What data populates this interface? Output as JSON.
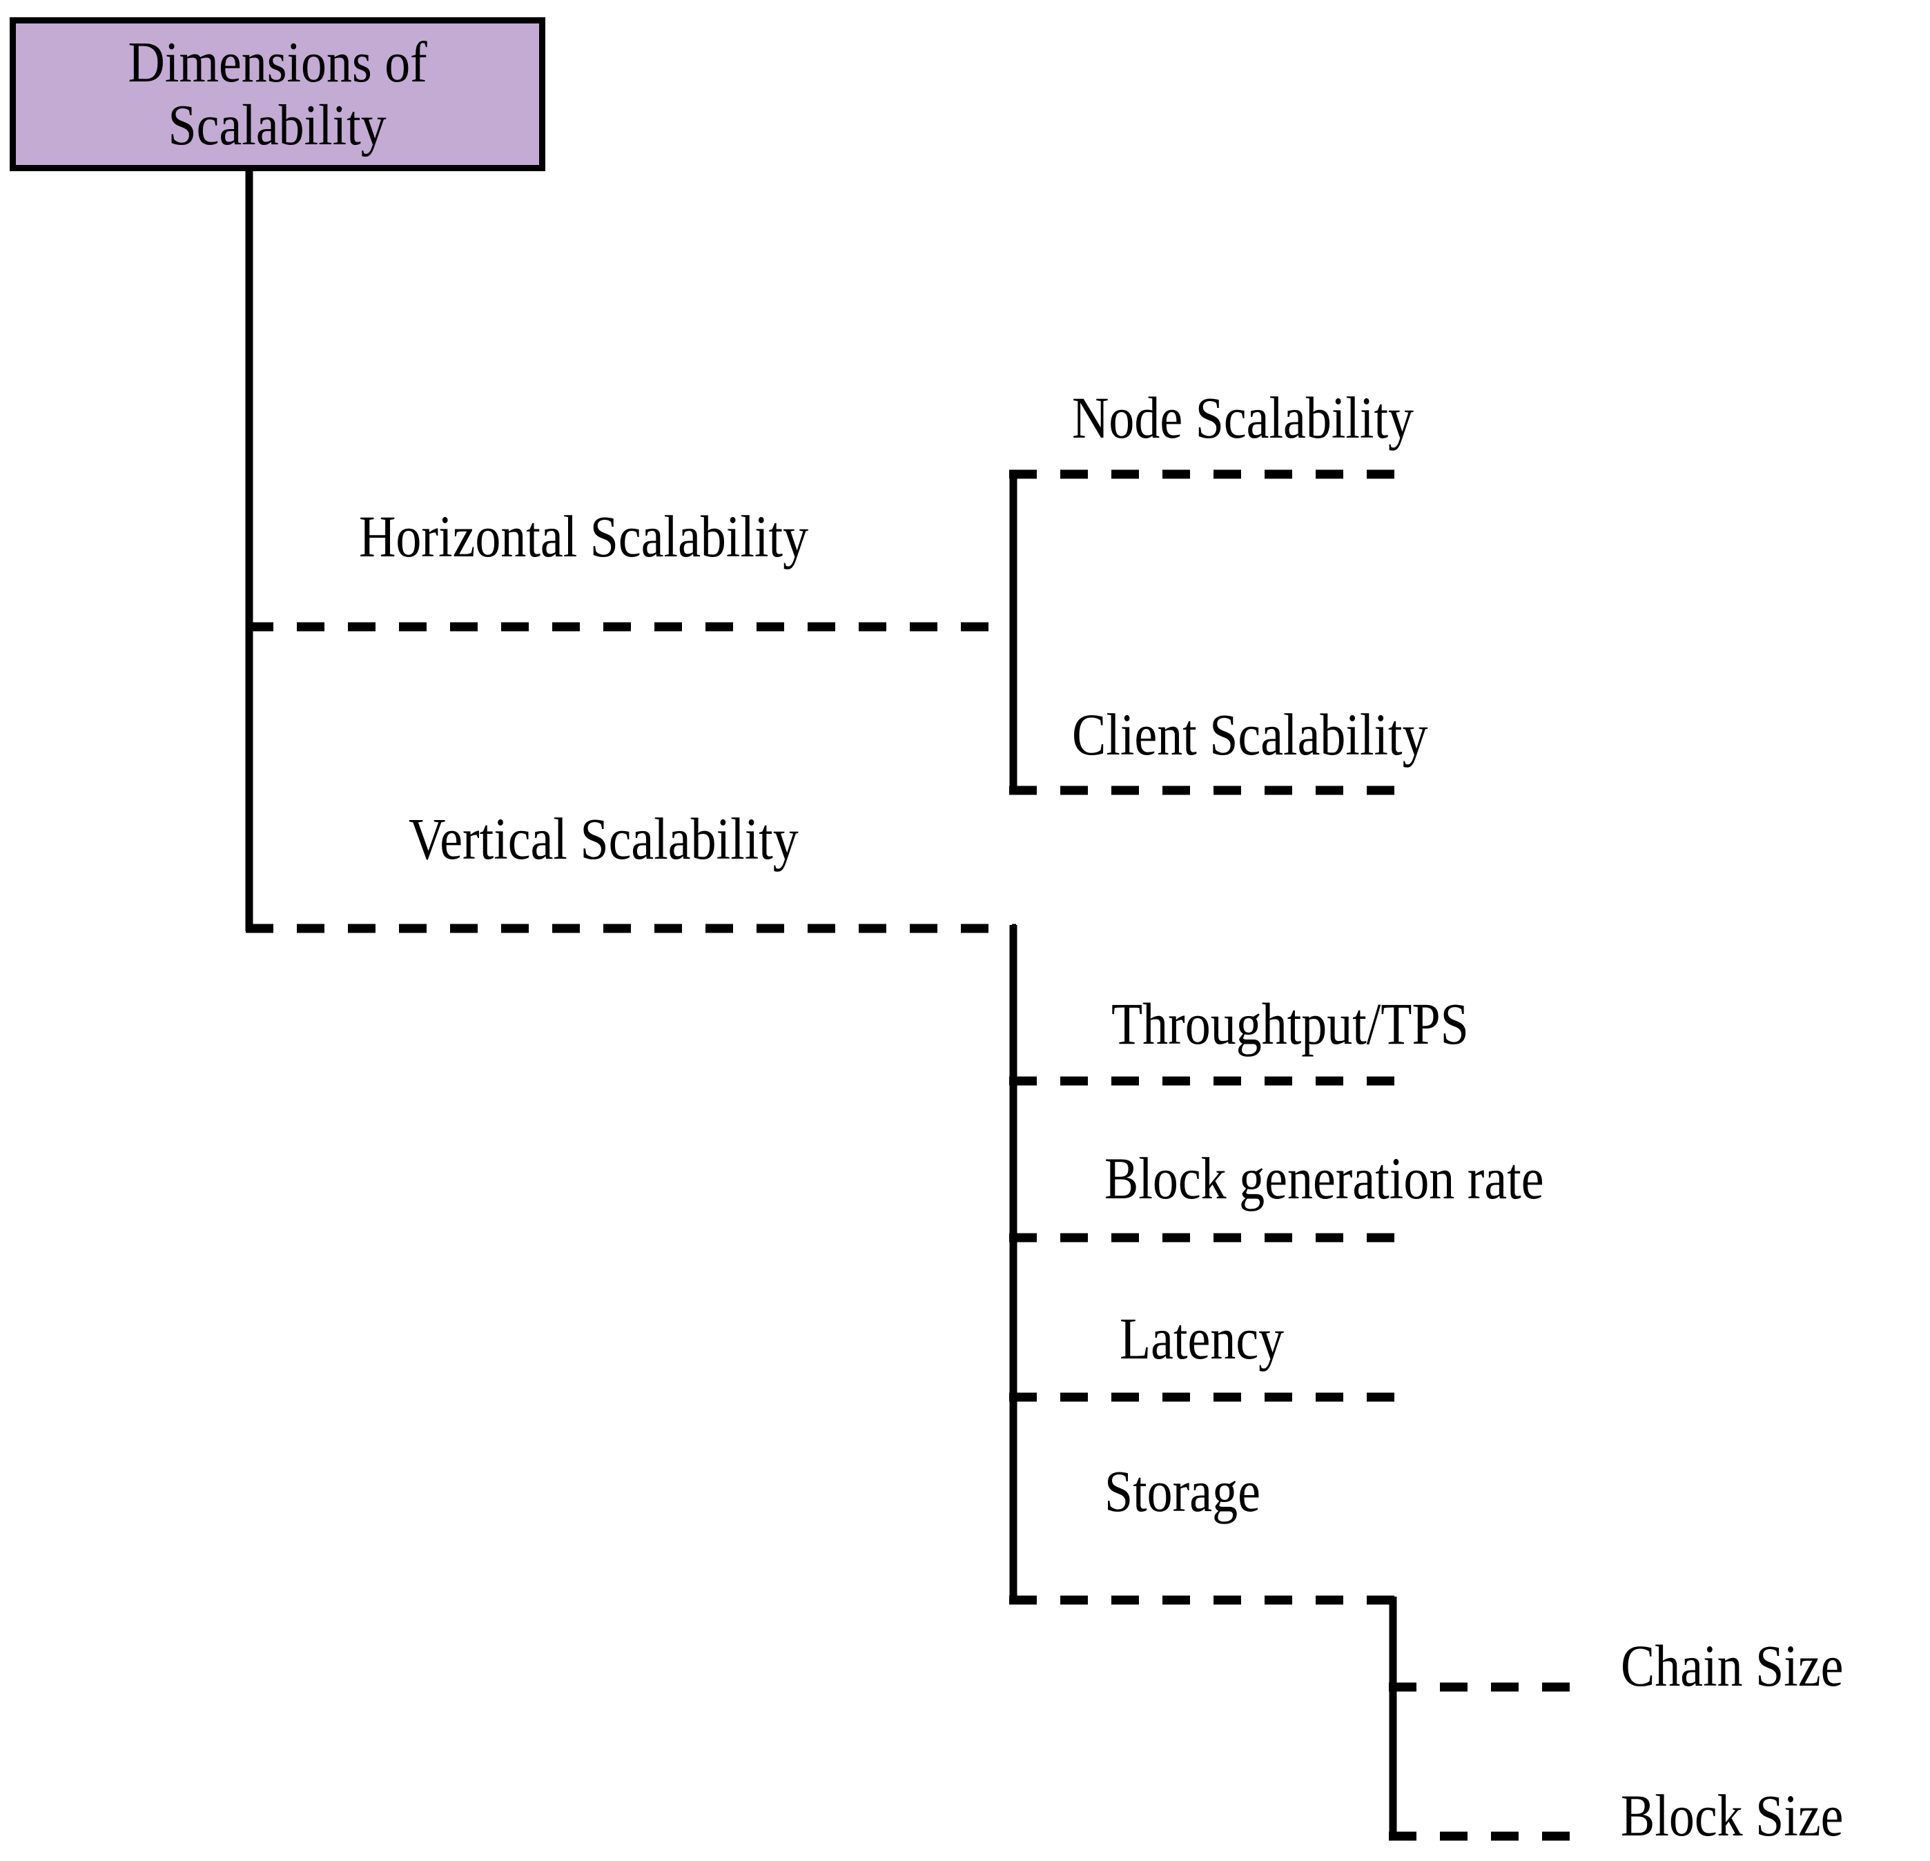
{
  "diagram": {
    "type": "tree",
    "orientation": "left-to-right",
    "title": "Dimensions of Scalability",
    "root": {
      "label_line_1": "Dimensions of",
      "label_line_2": "Scalability",
      "fill_color": "#C3ABD4",
      "border_color": "#000000"
    },
    "colors": {
      "background": "#FFFFFF",
      "line": "#000000",
      "text": "#000000",
      "root_fill": "#C3ABD4"
    },
    "nodes": {
      "horizontal_scalability": "Horizontal Scalability",
      "vertical_scalability": "Vertical Scalability",
      "node_scalability": "Node Scalability",
      "client_scalability": "Client Scalability",
      "throughput_tps": "Throughtput/TPS",
      "block_generation_rate": "Block generation rate",
      "latency": "Latency",
      "storage": "Storage",
      "chain_size": "Chain Size",
      "block_size": "Block Size"
    },
    "hierarchy": [
      {
        "label": "Horizontal Scalability",
        "children": [
          "Node Scalability",
          "Client Scalability"
        ]
      },
      {
        "label": "Vertical Scalability",
        "children": [
          "Throughtput/TPS",
          "Block generation rate",
          "Latency",
          {
            "label": "Storage",
            "children": [
              "Chain Size",
              "Block Size"
            ]
          }
        ]
      }
    ]
  }
}
